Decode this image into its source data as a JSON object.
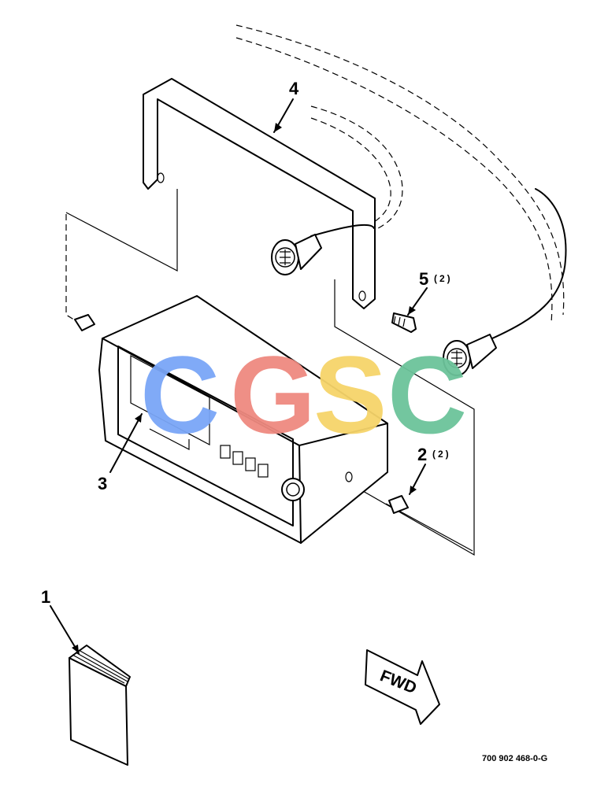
{
  "figure": {
    "callouts": [
      {
        "id": "1",
        "label": "1"
      },
      {
        "id": "2",
        "label": "2",
        "qty": "(2)"
      },
      {
        "id": "3",
        "label": "3"
      },
      {
        "id": "4",
        "label": "4"
      },
      {
        "id": "5",
        "label": "5",
        "qty": "(2)"
      }
    ],
    "fwd_label": "FWD",
    "figure_id": "700 902 468-0-G"
  },
  "watermark": {
    "letters": [
      {
        "char": "C",
        "color": "#7aa6f7"
      },
      {
        "char": "G",
        "color": "#ef8a80"
      },
      {
        "char": "S",
        "color": "#f6d46a"
      },
      {
        "char": "C",
        "color": "#6cc39a"
      }
    ]
  }
}
